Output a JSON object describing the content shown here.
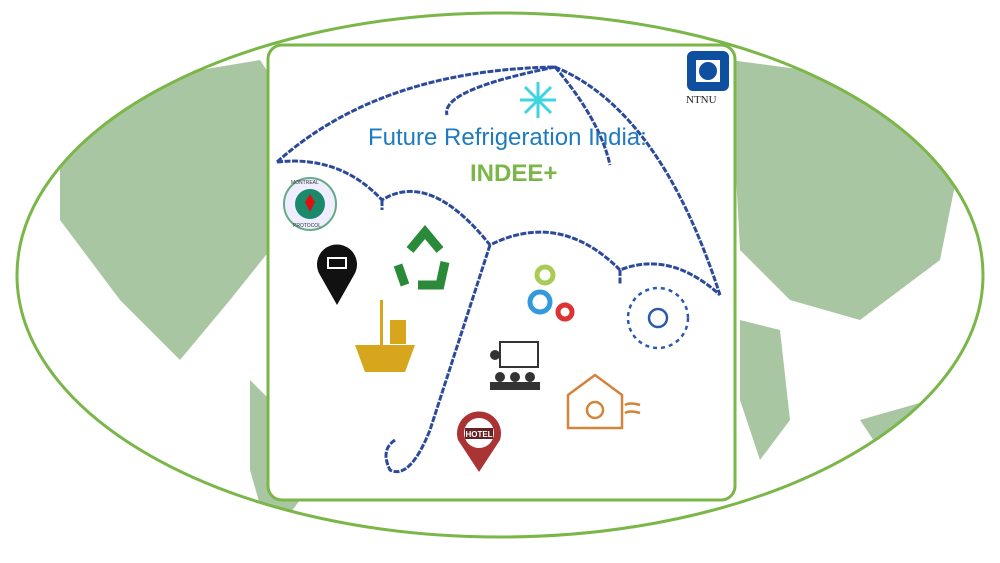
{
  "title": "Future Refrigeration India:",
  "subtitle": "INDEE+",
  "logo": {
    "text": "NTNU",
    "color": "#0e4fa0"
  },
  "badges": {
    "montreal_top": "MONTREAL",
    "montreal_bottom": "PROTOCOL",
    "hotel": "HOTEL"
  },
  "colors": {
    "frame": "#7ab648",
    "umbrella": "#2c4a9a",
    "map": "#a7c4a0"
  }
}
